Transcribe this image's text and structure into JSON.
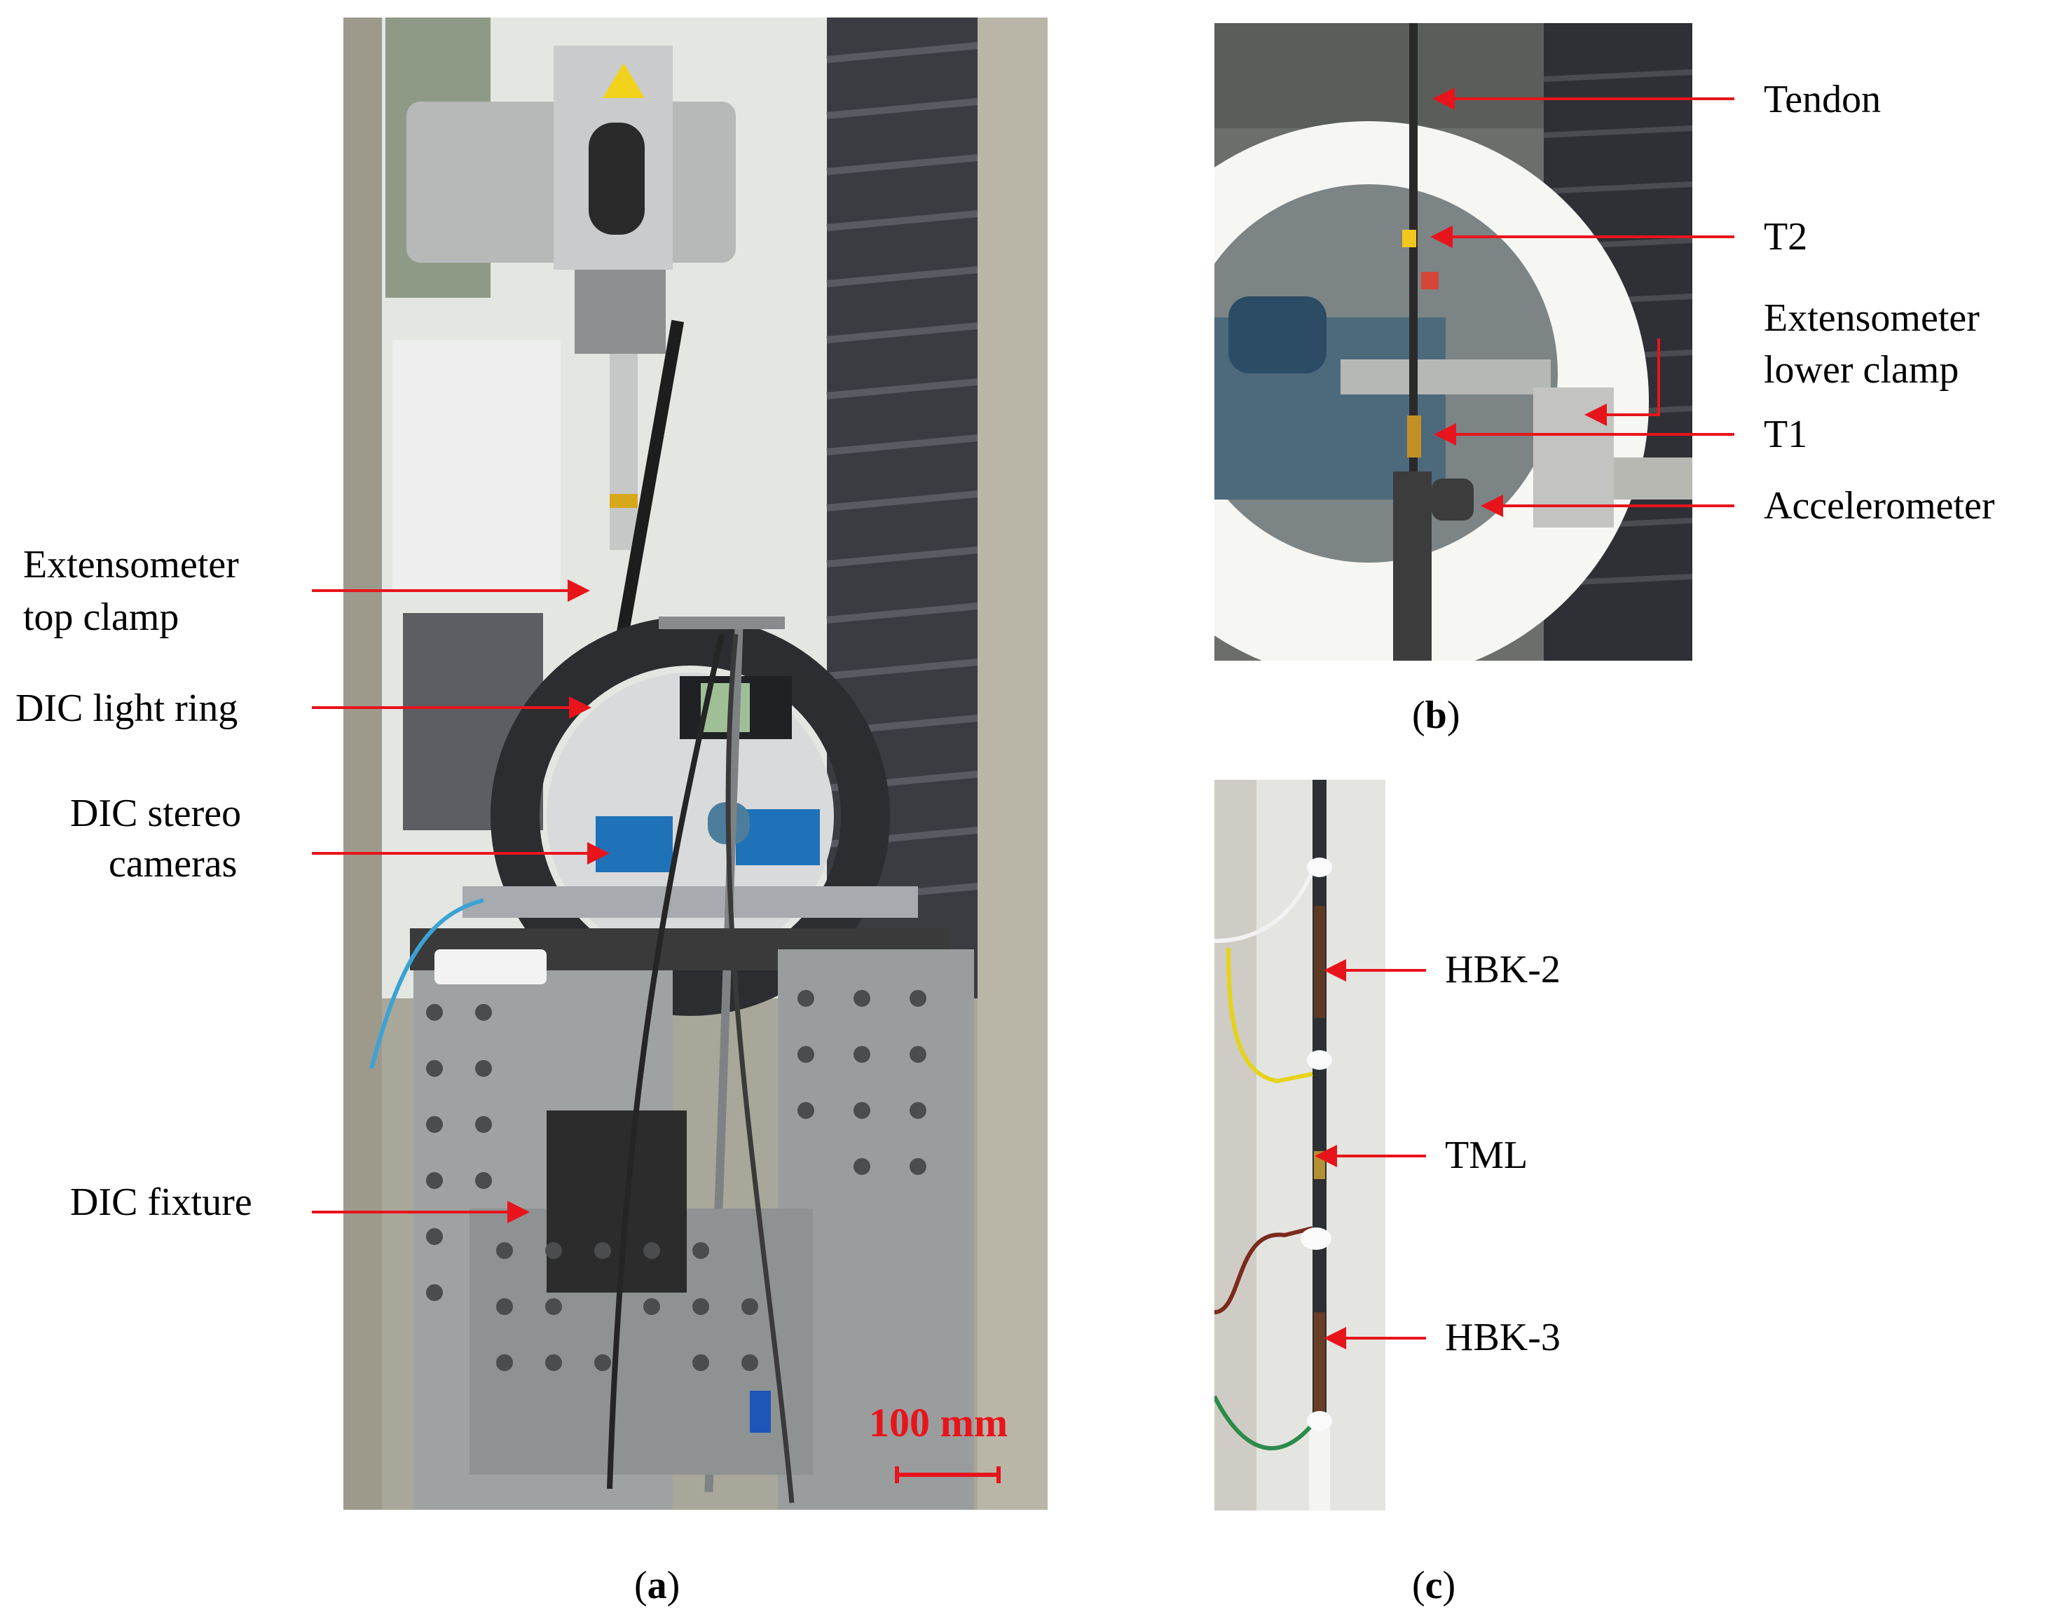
{
  "panel_a": {
    "labels": {
      "ext_top_1": "Extensometer",
      "ext_top_2": "top clamp",
      "light_ring": "DIC light ring",
      "stereo_1": "DIC stereo",
      "stereo_2": "cameras",
      "fixture": "DIC fixture"
    },
    "scale_bar": "100 mm",
    "letter": "a"
  },
  "panel_b": {
    "labels": {
      "tendon": "Tendon",
      "t2": "T2",
      "ext_lower_1": "Extensometer",
      "ext_lower_2": "lower clamp",
      "t1": "T1",
      "accelerometer": "Accelerometer"
    },
    "letter": "b"
  },
  "panel_c": {
    "labels": {
      "hbk2": "HBK-2",
      "tml": "TML",
      "hbk3": "HBK-3"
    },
    "letter": "c"
  },
  "colors": {
    "arrow": "#e8141b",
    "scale_text": "#e8141b"
  }
}
